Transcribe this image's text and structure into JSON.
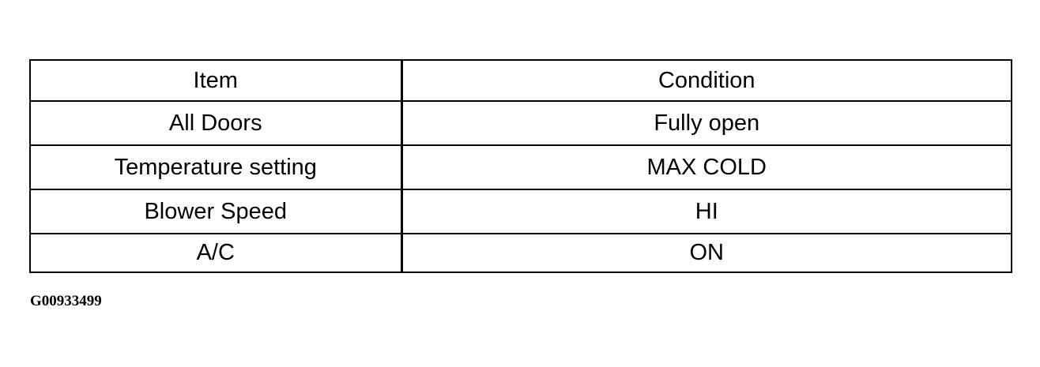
{
  "table": {
    "headers": [
      "Item",
      "Condition"
    ],
    "rows": [
      {
        "item": "All Doors",
        "condition": "Fully open"
      },
      {
        "item": "Temperature setting",
        "condition": "MAX COLD"
      },
      {
        "item": "Blower Speed",
        "condition": "HI"
      },
      {
        "item": "A/C",
        "condition": "ON"
      }
    ]
  },
  "figure_id": "G00933499"
}
